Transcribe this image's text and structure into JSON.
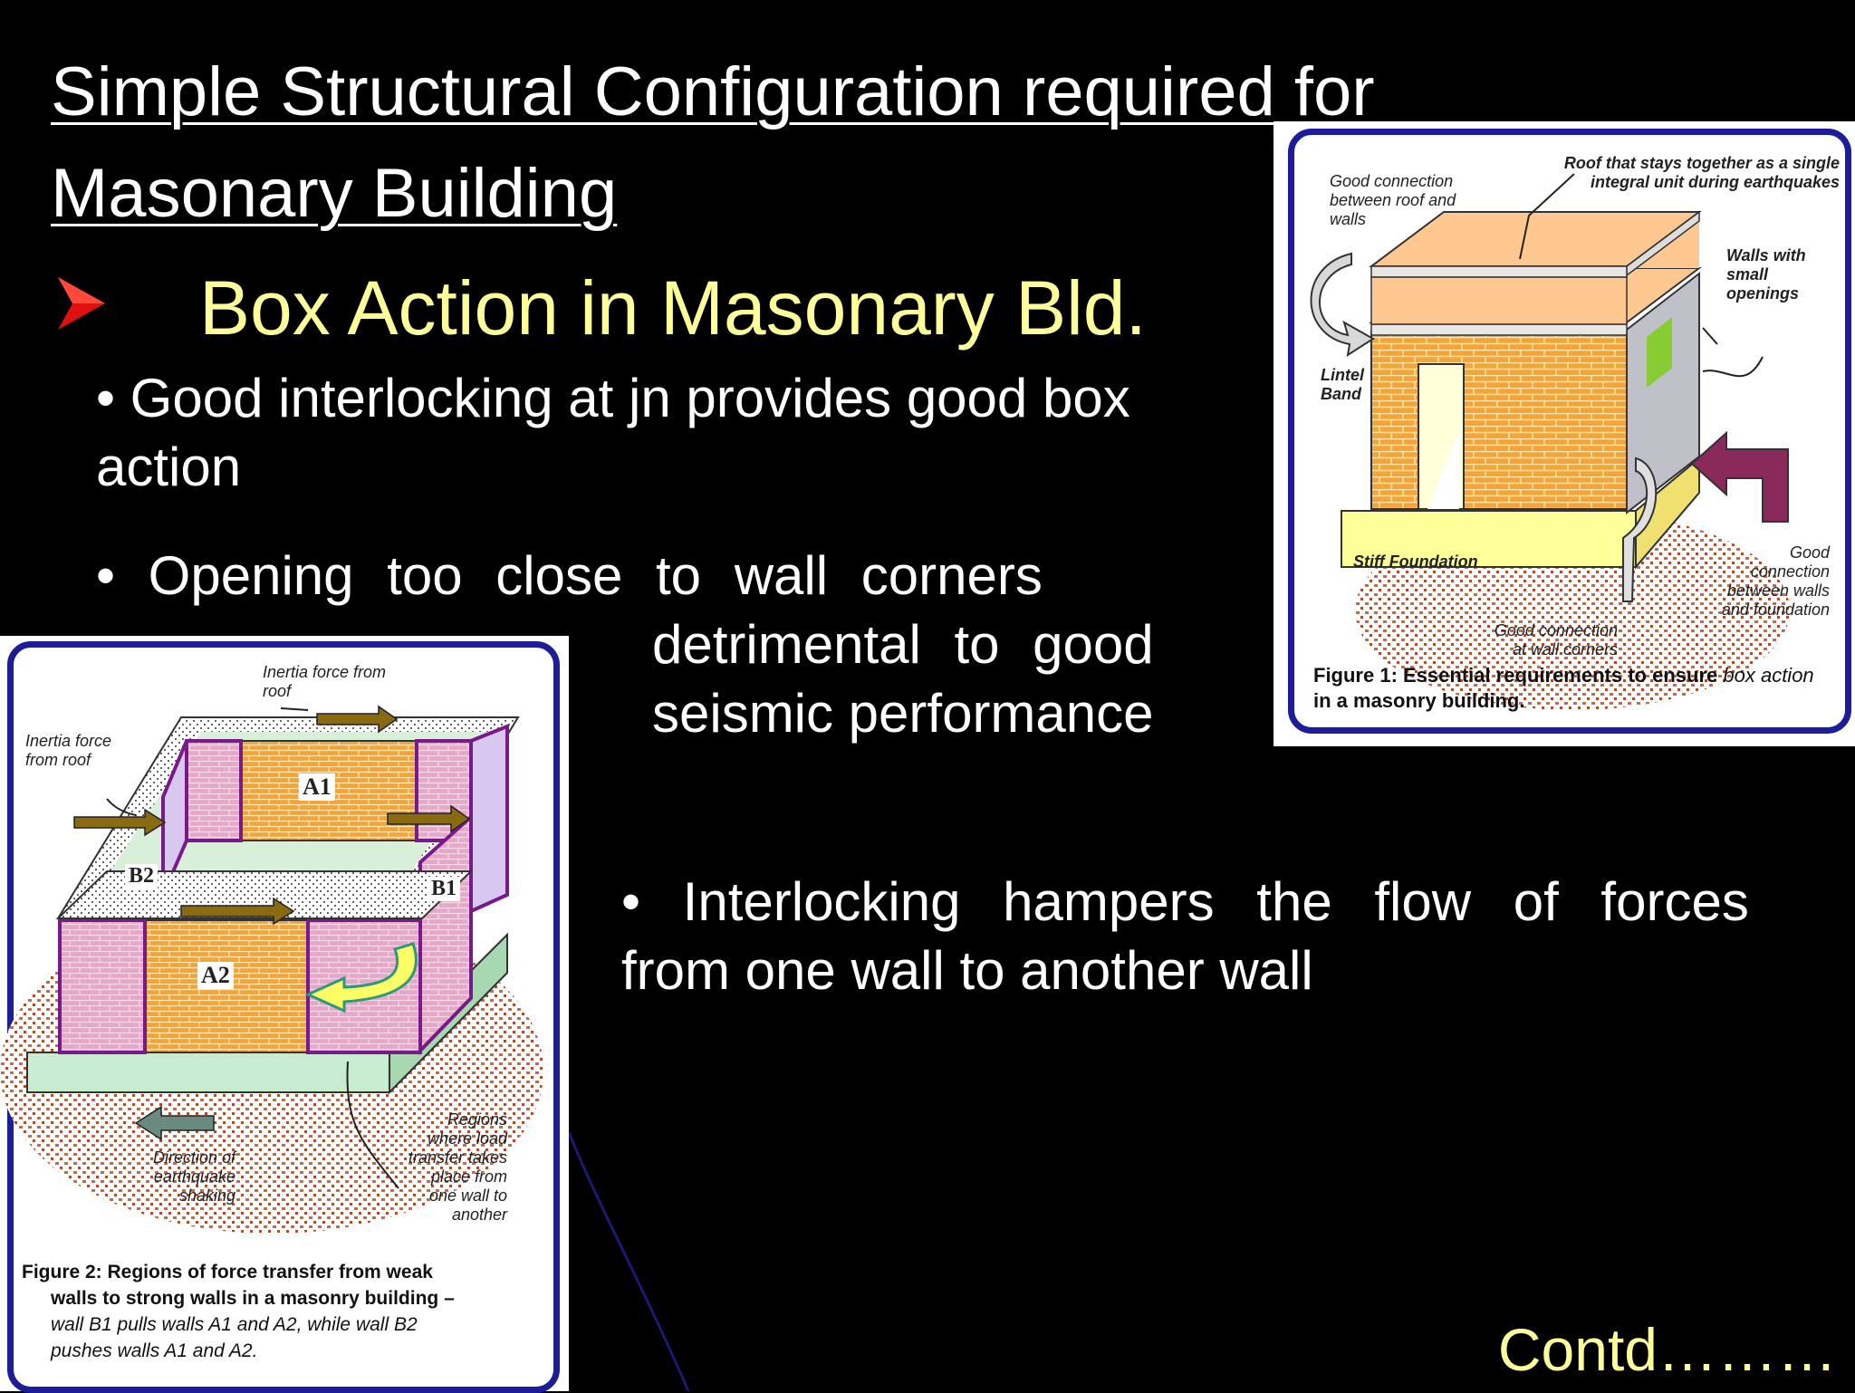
{
  "slide": {
    "title_line1": "Simple Structural Configuration required for",
    "title_line2": "Masonary Building",
    "heading": "Box Action in Masonary Bld.",
    "bullet1_line1": "• Good interlocking at jn provides good box",
    "bullet1_line2": "action",
    "bullet2_line1": "• Opening too close to wall corners",
    "bullet2_line2": "detrimental  to  good",
    "bullet2_line3": "seismic performance",
    "bullet3_line1": "• Interlocking hampers the flow of forces",
    "bullet3_line2": "from one wall to another wall",
    "contd": "Contd………"
  },
  "figure1": {
    "label_roof": "Roof that stays together as a single integral unit during earthquakes",
    "label_good_connection": "Good connection between roof and walls",
    "label_walls_small_openings": "Walls with small openings",
    "label_lintel_band": "Lintel Band",
    "label_stiff_foundation": "Stiff Foundation",
    "label_good_connection_foundation": "Good connection between walls and foundation",
    "label_good_connection_corners": "Good connection at wall corners",
    "caption_bold": "Figure 1: Essential requirements to ensure",
    "caption_italic": "box action",
    "caption_rest": "in a masonry building."
  },
  "figure2": {
    "label_inertia_roof_top": "Inertia force from roof",
    "label_inertia_roof_left": "Inertia force from roof",
    "label_a1": "A1",
    "label_a2": "A2",
    "label_b1": "B1",
    "label_b2": "B2",
    "label_direction": "Direction of earthquake shaking",
    "label_regions": "Regions where load transfer takes place from one wall to another",
    "caption_line1": "Figure 2: Regions of force transfer from weak",
    "caption_line2": "walls to strong walls in a masonry building –",
    "caption_line3": "wall B1 pulls walls A1 and A2, while wall B2",
    "caption_line4": "pushes walls A1 and A2."
  },
  "colors": {
    "background": "#000000",
    "heading": "#ffff99",
    "bullet_arrow": "#e01010",
    "figure_border": "#1d1d9a",
    "brick": "#f5a43a",
    "roof": "#ffc890",
    "foundation": "#ffff99",
    "ground": "#c46a4a"
  }
}
